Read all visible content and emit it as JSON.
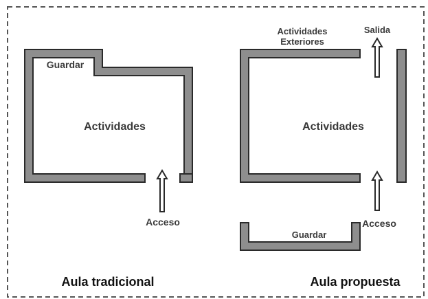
{
  "diagram": {
    "colors": {
      "wall_fill": "#8e8e8e",
      "wall_stroke": "#2a2a2a",
      "text": "#3a3a3a",
      "caption": "#111111",
      "frame": "#555555"
    },
    "traditional": {
      "storage_label": "Guardar",
      "activities_label": "Actividades",
      "entrance_label": "Acceso",
      "caption": "Aula tradicional"
    },
    "proposed": {
      "outdoor_label_line1": "Actividades",
      "outdoor_label_line2": "Exteriores",
      "exit_label": "Salida",
      "activities_label": "Actividades",
      "entrance_label": "Acceso",
      "storage_label": "Guardar",
      "caption": "Aula propuesta"
    }
  }
}
